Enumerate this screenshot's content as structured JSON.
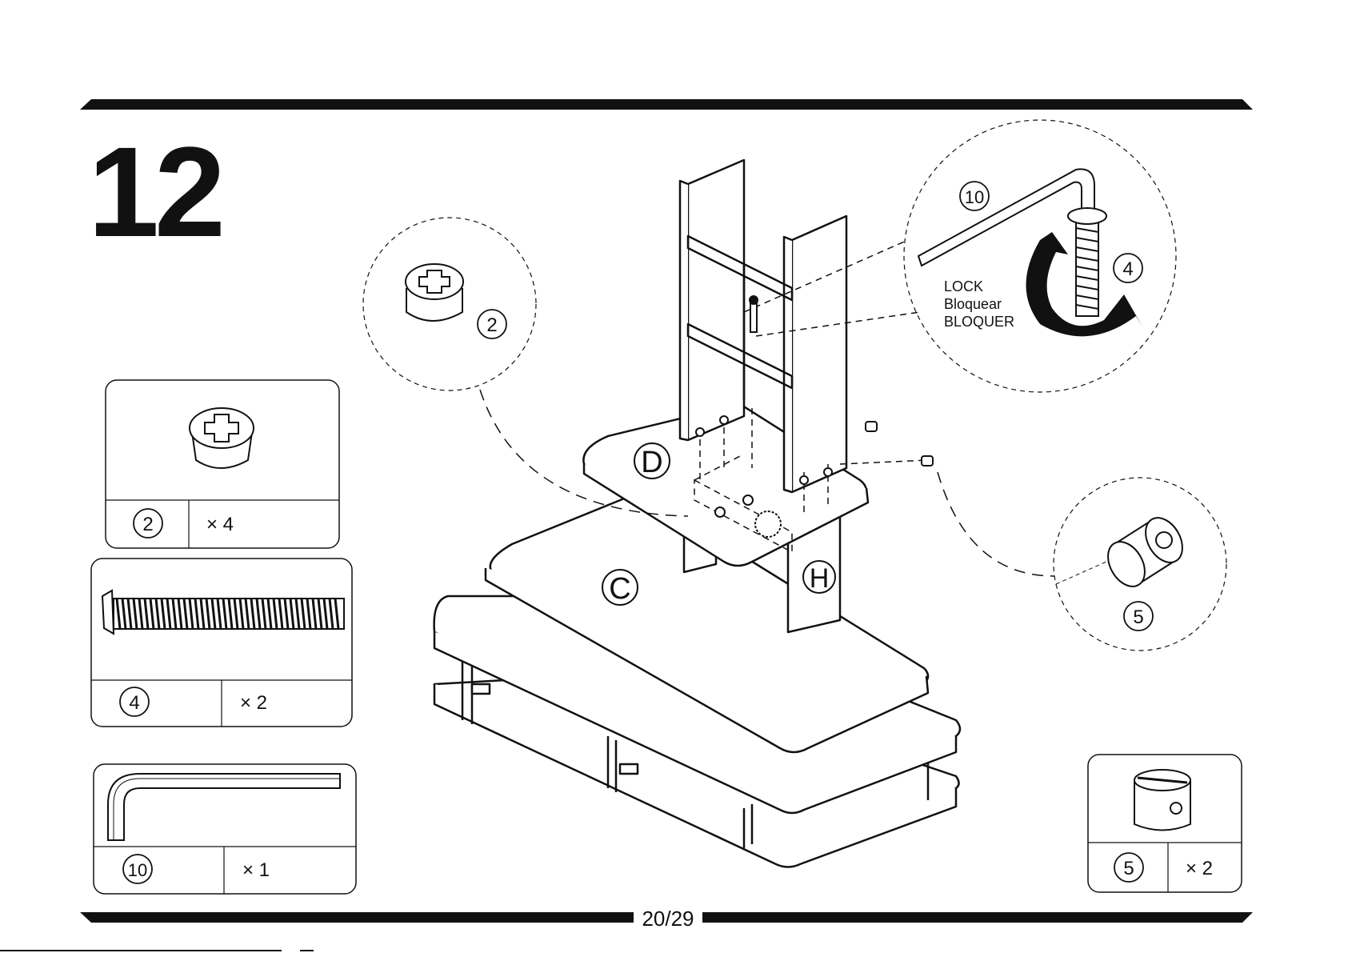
{
  "step": {
    "number": "12"
  },
  "page_number": "20/29",
  "callouts": {
    "cam_lock_detail": {
      "part": "2"
    },
    "tighten_detail": {
      "tool": "10",
      "bolt": "4",
      "lock_words": [
        "LOCK",
        "Bloquear",
        "BLOQUER"
      ]
    },
    "barrel_nut_detail": {
      "part": "5"
    }
  },
  "panel_labels": {
    "upper_shelf": "D",
    "middle_shelf": "C",
    "back_panel": "H"
  },
  "parts": [
    {
      "id": "2",
      "qty": "× 4",
      "icon": "cam-lock-icon"
    },
    {
      "id": "4",
      "qty": "× 2",
      "icon": "bolt-icon"
    },
    {
      "id": "10",
      "qty": "× 1",
      "icon": "allen-key-icon"
    },
    {
      "id": "5",
      "qty": "× 2",
      "icon": "barrel-nut-icon"
    }
  ],
  "colors": {
    "ink": "#111111",
    "paper": "#ffffff"
  }
}
